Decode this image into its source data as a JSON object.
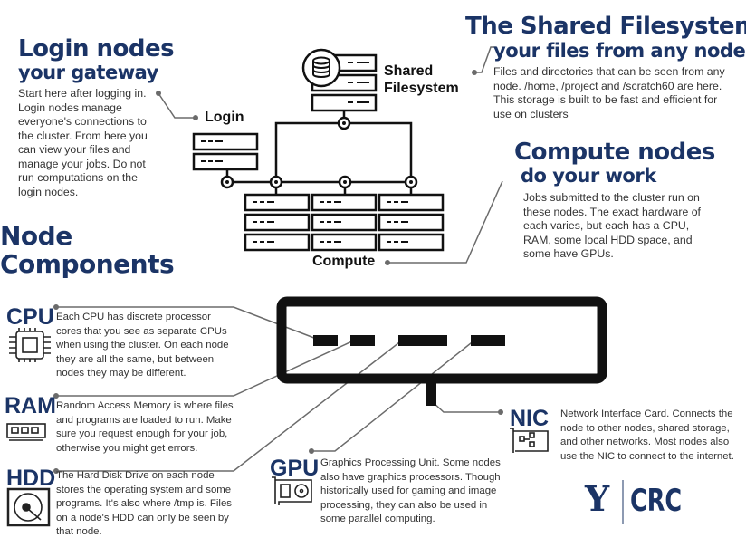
{
  "login": {
    "title": "Login nodes",
    "subtitle": "your gateway",
    "text": "Start here after logging in. Login nodes manage everyone's connections to the cluster. From here you can view your files and manage your jobs. Do not run computations on the login nodes.",
    "label": "Login"
  },
  "shared": {
    "title": "The Shared Filesystem",
    "subtitle": "your files from any node",
    "text": "Files and directories that can be seen from any node. /home, /project and /scratch60 are here. This storage is built to be fast and efficient for use on clusters",
    "label_line1": "Shared",
    "label_line2": "Filesystem"
  },
  "compute": {
    "title": "Compute nodes",
    "subtitle": "do your work",
    "text": "Jobs submitted to the cluster run on these nodes. The exact hardware of each varies, but each has a CPU, RAM, some local HDD space, and some have GPUs.",
    "label": "Compute"
  },
  "components": {
    "title_line1": "Node",
    "title_line2": "Components",
    "cpu": {
      "name": "CPU",
      "text": "Each CPU has discrete processor cores that you see as separate CPUs when using the cluster. On each node they are all the same, but between nodes they may be different."
    },
    "ram": {
      "name": "RAM",
      "text": "Random Access Memory is where files and programs are loaded to run. Make sure you request enough for your job, otherwise you might get errors."
    },
    "hdd": {
      "name": "HDD",
      "text": "The Hard Disk Drive on each node stores the operating system and some programs. It's also where /tmp is. Files on a node's HDD can only be seen by that node."
    },
    "gpu": {
      "name": "GPU",
      "text": "Graphics Processing Unit. Some nodes also have graphics processors. Though historically used for gaming and image processing, they can also be used in some parallel computing."
    },
    "nic": {
      "name": "NIC",
      "text": "Network Interface Card. Connects the node to other nodes, shared storage, and other networks. Most nodes also use the NIC to connect to the internet."
    }
  },
  "logo": {
    "left": "Y",
    "right": "CRC"
  },
  "colors": {
    "navy": "#1b3466",
    "connector": "#6b6b6b",
    "ink": "#111111"
  }
}
